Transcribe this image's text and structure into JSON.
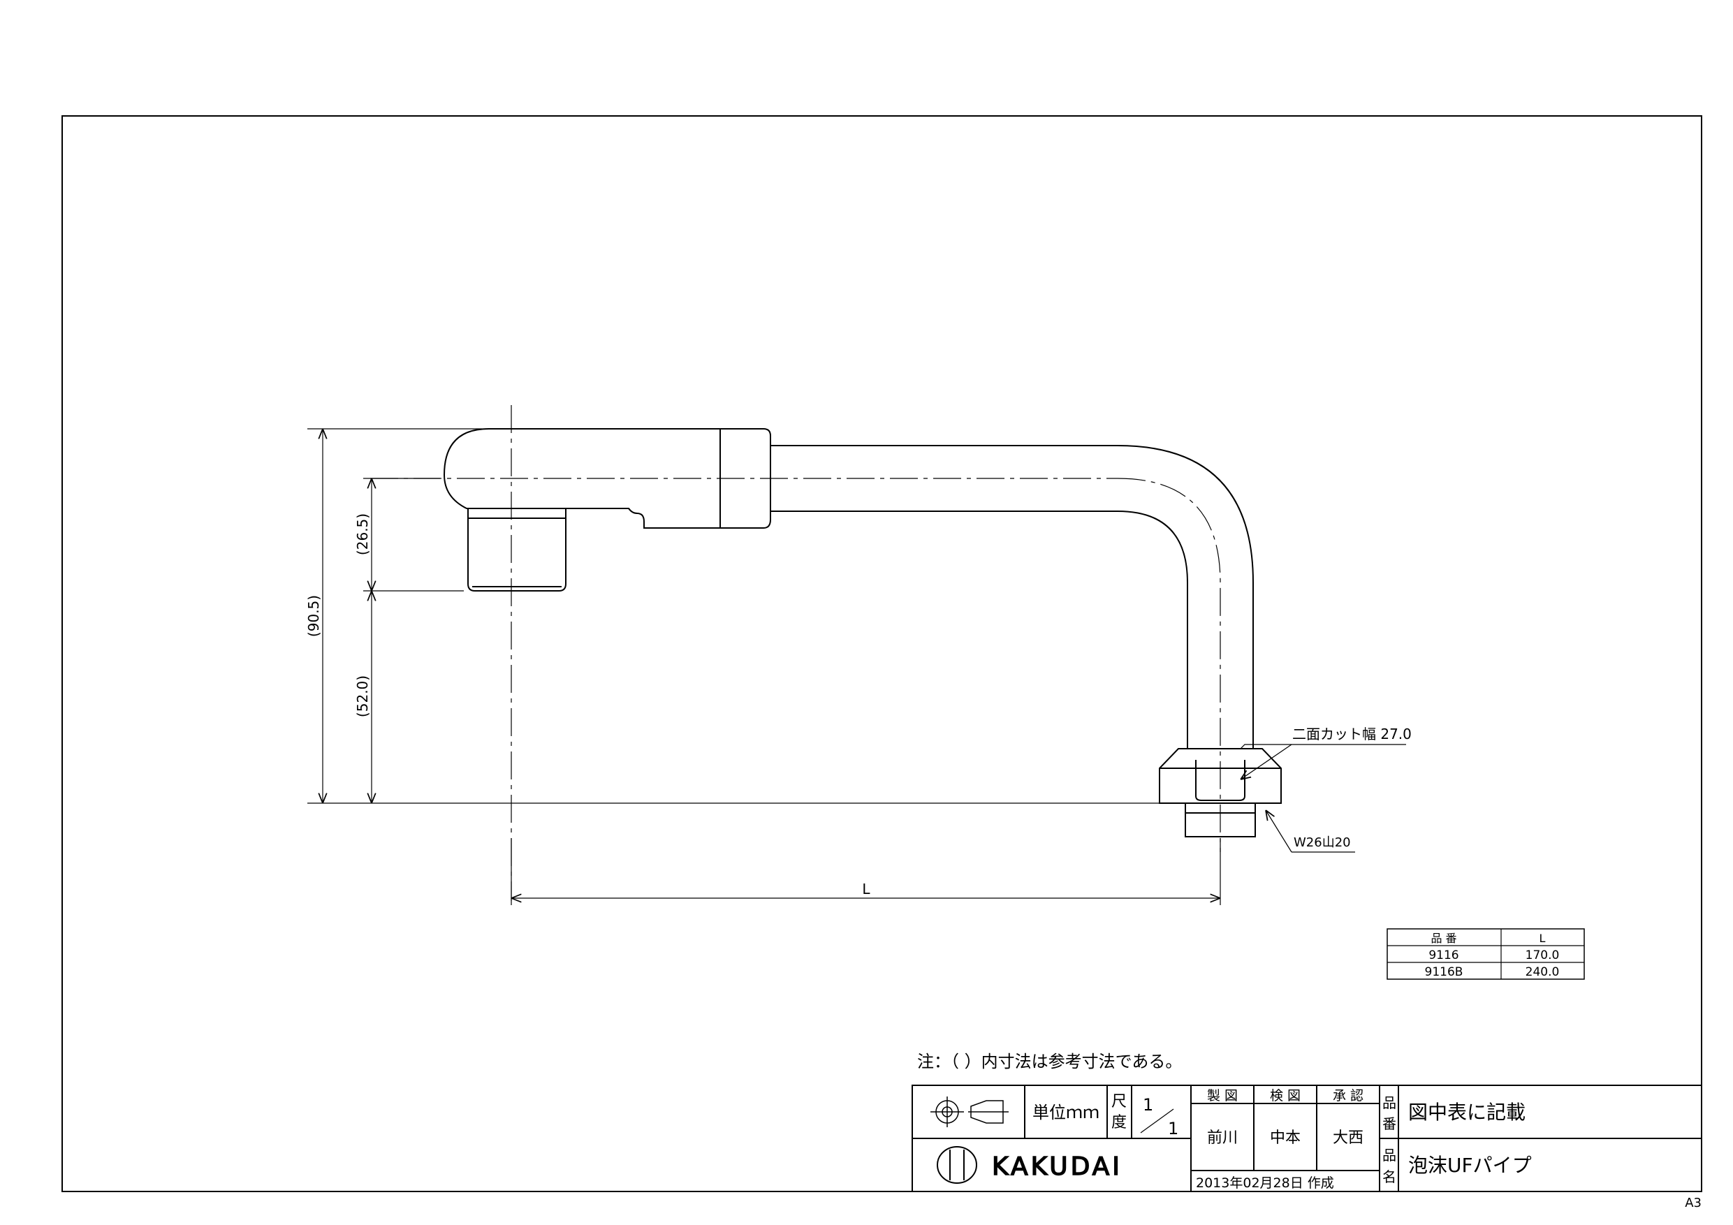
{
  "sheet": {
    "size_label": "A3"
  },
  "dimensions": {
    "overall_height": "(90.5)",
    "upper_height": "(26.5)",
    "lower_height": "(52.0)",
    "length": "L"
  },
  "callouts": {
    "flat_width": "二面カット幅 27.0",
    "thread": "W26山20"
  },
  "length_table": {
    "headers": [
      "品 番",
      "L"
    ],
    "rows": [
      [
        "9116",
        "170.0"
      ],
      [
        "9116B",
        "240.0"
      ]
    ]
  },
  "note": "注：（ ）内寸法は参考寸法である。",
  "title_block": {
    "unit_label": "単位ｍｍ",
    "scale_label_1": "尺",
    "scale_label_2": "度",
    "scale_num": "1",
    "scale_den": "1",
    "roles": [
      "製 図",
      "検 図",
      "承 認"
    ],
    "names": [
      "前川",
      "中本",
      "大西"
    ],
    "date": "2013年02月28日 作成",
    "part_no_label_1": "品",
    "part_no_label_2": "番",
    "part_no_value": "図中表に記載",
    "part_name_label_1": "品",
    "part_name_label_2": "名",
    "part_name_value": "泡沫UFパイプ",
    "logo_text": "KAKUDAI"
  }
}
